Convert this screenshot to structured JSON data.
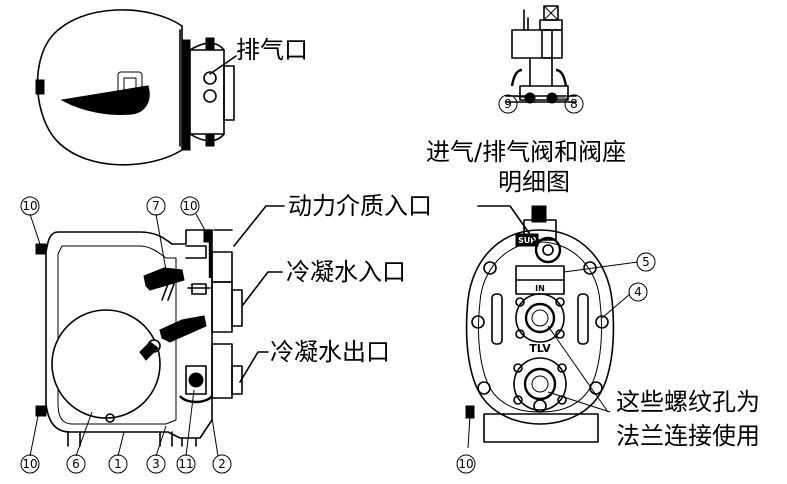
{
  "labels": {
    "exhaust_port": "排气口",
    "valve_detail_line1": "进气/排气阀和阀座",
    "valve_detail_line2": "明细图",
    "motive_inlet": "动力介质入口",
    "condensate_inlet": "冷凝水入口",
    "condensate_outlet": "冷凝水出口",
    "threaded_holes_line1": "这些螺纹孔为",
    "threaded_holes_line2": "法兰连接使用"
  },
  "part_numbers": {
    "n1": "1",
    "n2": "2",
    "n3": "3",
    "n4": "4",
    "n5": "5",
    "n6": "6",
    "n7": "7",
    "n8": "8",
    "n9": "9",
    "n10": "10",
    "n11": "11"
  },
  "marks": {
    "sup": "SUP",
    "in": "IN",
    "tlv": "TLV"
  }
}
